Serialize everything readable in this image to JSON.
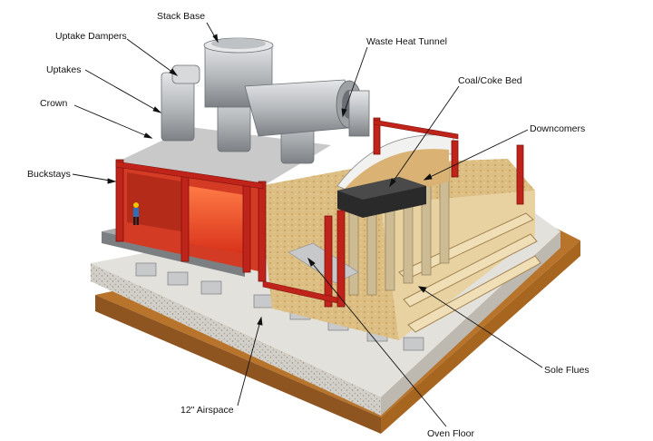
{
  "labels": {
    "stack_base": "Stack Base",
    "uptake_dampers": "Uptake Dampers",
    "waste_heat_tunnel": "Waste Heat Tunnel",
    "uptakes": "Uptakes",
    "coal_coke_bed": "Coal/Coke Bed",
    "crown": "Crown",
    "downcomers": "Downcomers",
    "buckstays": "Buckstays",
    "sole_flues": "Sole Flues",
    "airspace": "12\" Airspace",
    "oven_floor": "Oven Floor"
  },
  "colors": {
    "steel_red": "#c0231a",
    "concrete": "#c9c6bf",
    "soil": "#b8742a",
    "brick": "#d8b778",
    "duct_gray": "#b9bcbf",
    "fire": "#f05a2a"
  }
}
